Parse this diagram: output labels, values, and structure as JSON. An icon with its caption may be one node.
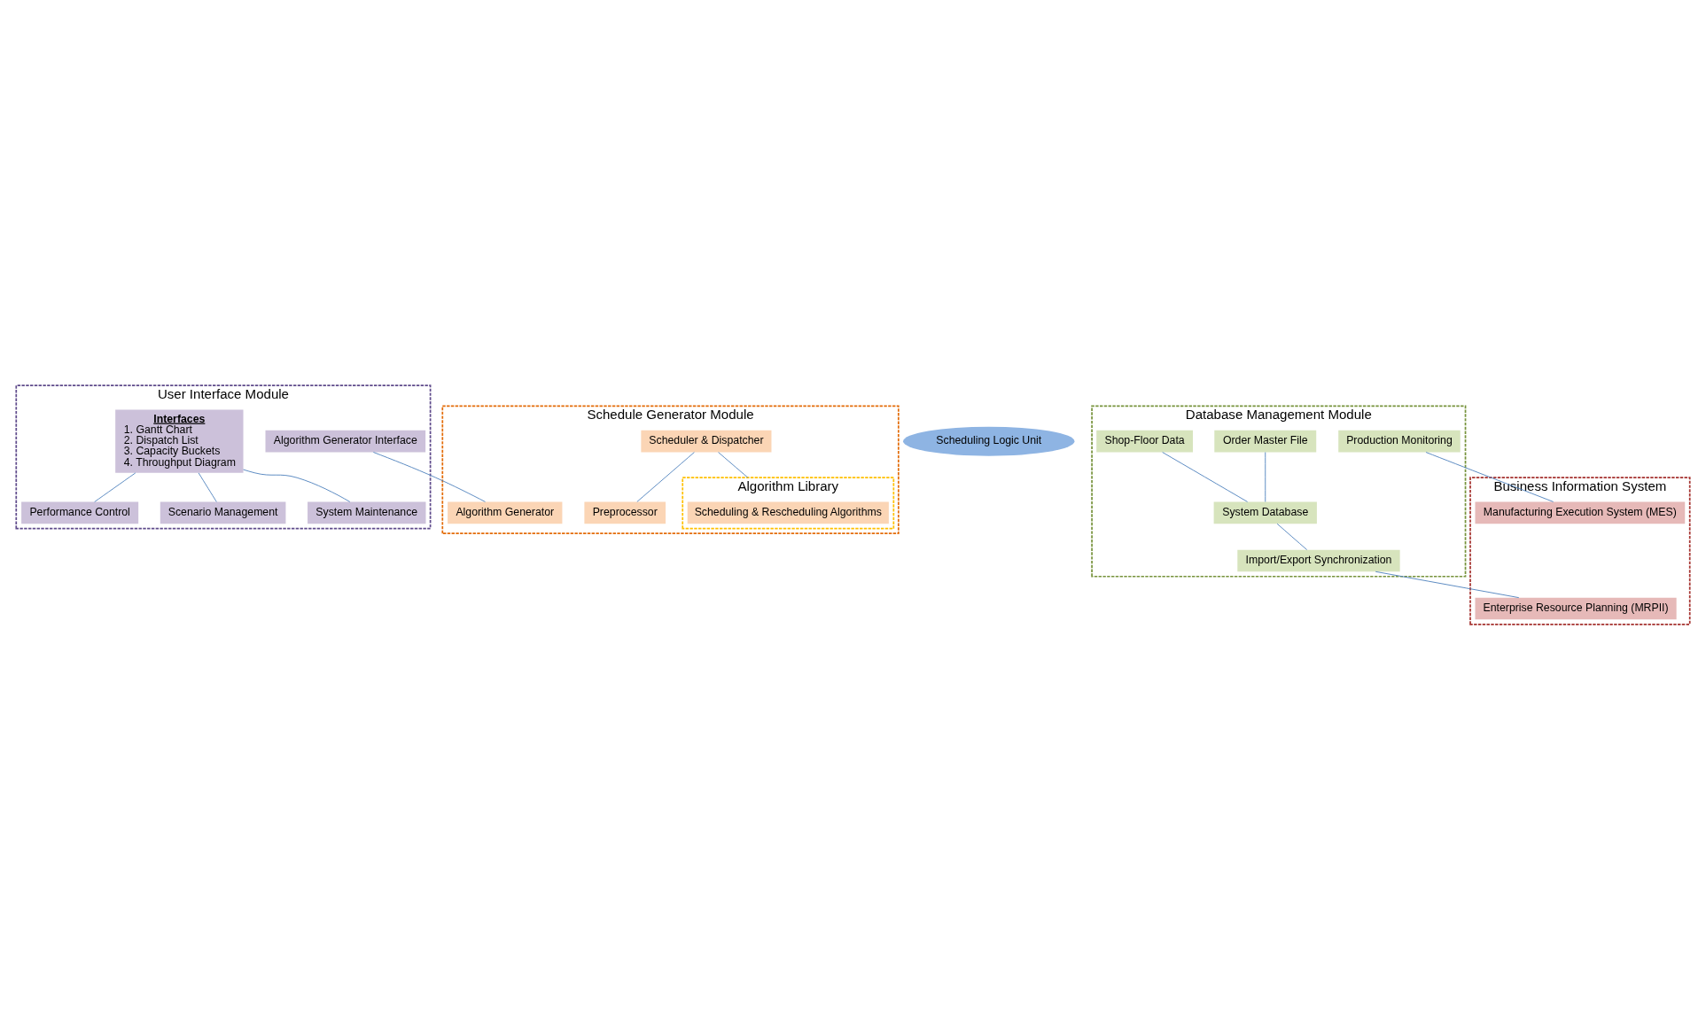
{
  "diagram": {
    "nodes": [
      {
        "text": [
          "User Interface Module"
        ]
      },
      {
        "text": [
          "Interfaces",
          "1. Gantt Chart",
          "2. Dispatch List",
          "3. Capacity Buckets",
          "4. Throughput Diagram"
        ],
        "in": 0
      },
      {
        "text": [
          "Algorithm Generator Interface"
        ],
        "in": 0
      },
      {
        "text": [
          "Performance Control"
        ],
        "in": 0
      },
      {
        "text": [
          "Scenario Management"
        ],
        "in": 0
      },
      {
        "text": [
          "System Maintenance"
        ],
        "in": 0
      },
      {
        "text": [
          "Schedule Generator Module"
        ]
      },
      {
        "text": [
          "Scheduler & Dispatcher"
        ],
        "in": 6
      },
      {
        "text": [
          "Preprocessor"
        ],
        "in": 6
      },
      {
        "text": [
          "Algorithm Library"
        ],
        "in": 6
      },
      {
        "text": [
          "Scheduling & Rescheduling Algorithms"
        ],
        "in": 9
      },
      {
        "text": [
          "Algorithm Generator"
        ],
        "in": 6
      },
      {
        "text": [
          "Scheduling Logic Unit"
        ]
      },
      {
        "text": [
          "Database Management Module"
        ]
      },
      {
        "text": [
          "Order Master File"
        ],
        "in": 13
      },
      {
        "text": [
          "Shop-Floor Data"
        ],
        "in": 13
      },
      {
        "text": [
          "Production Monitoring"
        ],
        "in": 13
      },
      {
        "text": [
          "System Database"
        ],
        "in": 13
      },
      {
        "text": [
          "Import/Export Synchronization"
        ],
        "in": 13
      },
      {
        "text": [
          "Business Information System"
        ]
      },
      {
        "text": [
          "Manufacturing Execution System (MES)"
        ],
        "in": 19
      },
      {
        "text": [
          "Enterprise Resource Planning (MRPII)"
        ],
        "in": 19
      }
    ],
    "edges": [
      {
        "from": 1,
        "to": 3,
        "arrow": "none"
      },
      {
        "from": 1,
        "to": 4,
        "arrow": "none"
      },
      {
        "from": 1,
        "to": 5,
        "arrow": "none"
      },
      {
        "from": 2,
        "to": 11,
        "arrow": "none"
      },
      {
        "from": 7,
        "to": 8,
        "arrow": "none"
      },
      {
        "from": 7,
        "to": 9,
        "arrow": "none"
      },
      {
        "from": 14,
        "to": 17,
        "arrow": "none"
      },
      {
        "from": 15,
        "to": 17,
        "arrow": "none"
      },
      {
        "from": 17,
        "to": 18,
        "arrow": "none"
      },
      {
        "from": 16,
        "to": 20,
        "arrow": "none"
      },
      {
        "from": 18,
        "to": 21,
        "arrow": "none"
      }
    ]
  }
}
